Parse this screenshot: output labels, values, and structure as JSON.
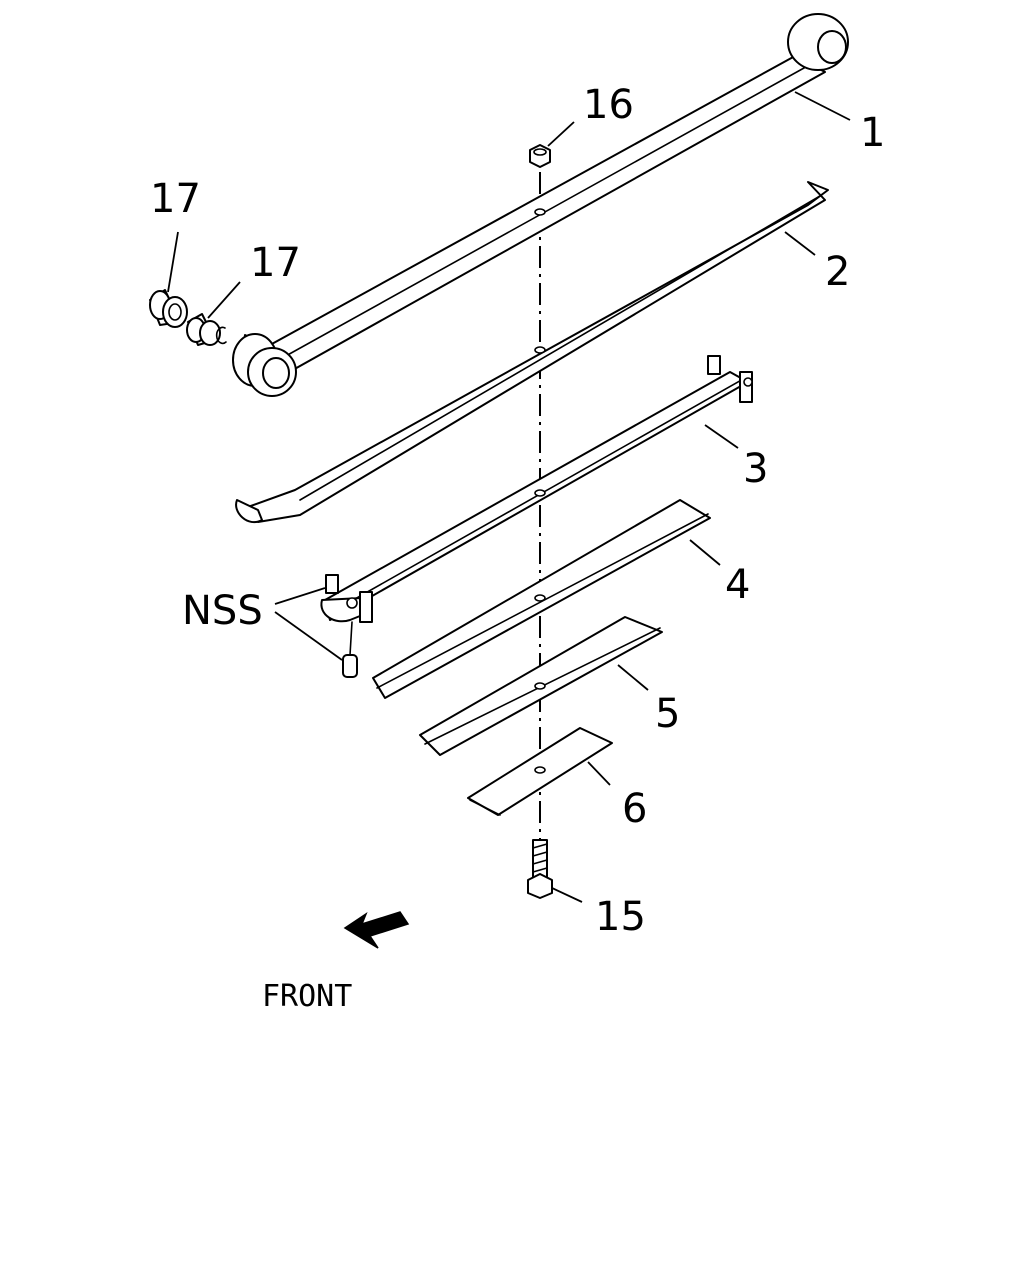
{
  "callouts": {
    "c1": "1",
    "c2": "2",
    "c3": "3",
    "c4": "4",
    "c5": "5",
    "c6": "6",
    "c15": "15",
    "c16": "16",
    "c17a": "17",
    "c17b": "17",
    "nss": "NSS"
  },
  "front_label": "FRONT",
  "colors": {
    "line": "#000000",
    "background": "#ffffff"
  }
}
